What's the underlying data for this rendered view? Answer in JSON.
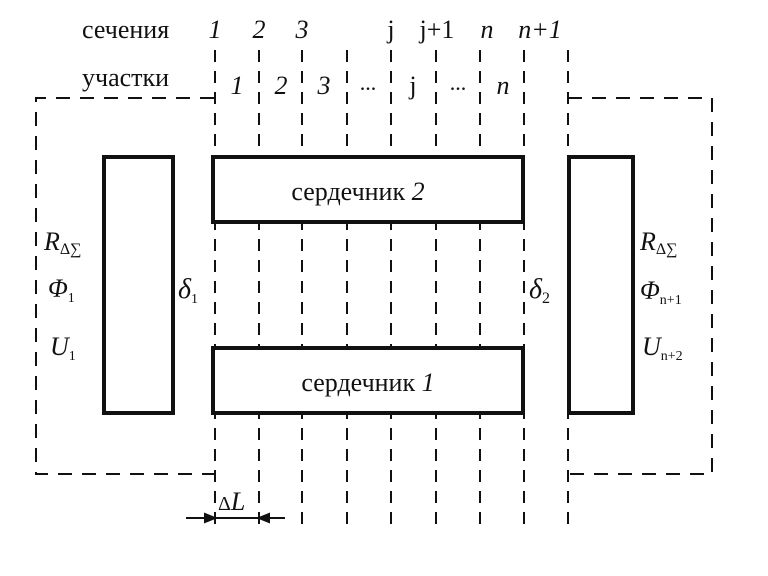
{
  "header": {
    "sections_label": "сечения",
    "segments_label": "участки"
  },
  "section_labels": [
    "1",
    "2",
    "3",
    "j",
    "j+1",
    "n",
    "n+1"
  ],
  "segment_labels": [
    "1",
    "2",
    "3",
    "...",
    "j",
    "...",
    "n"
  ],
  "core2_label": {
    "text": "сердечник ",
    "num": "2"
  },
  "core1_label": {
    "text": "сердечник ",
    "num": "1"
  },
  "left": {
    "r_main": "R",
    "r_sub": "Δ∑",
    "phi": "Φ",
    "phi_sub": "1",
    "u": "U",
    "u_sub": "1"
  },
  "right": {
    "r_main": "R",
    "r_sub": "Δ∑",
    "phi": "Φ",
    "phi_sub": "n+1",
    "u": "U",
    "u_sub": "n+2"
  },
  "gap_left": {
    "main": "δ",
    "sub": "1"
  },
  "gap_right": {
    "main": "δ",
    "sub": "2"
  },
  "delta_l": {
    "main": "Δ",
    "var": "L"
  }
}
